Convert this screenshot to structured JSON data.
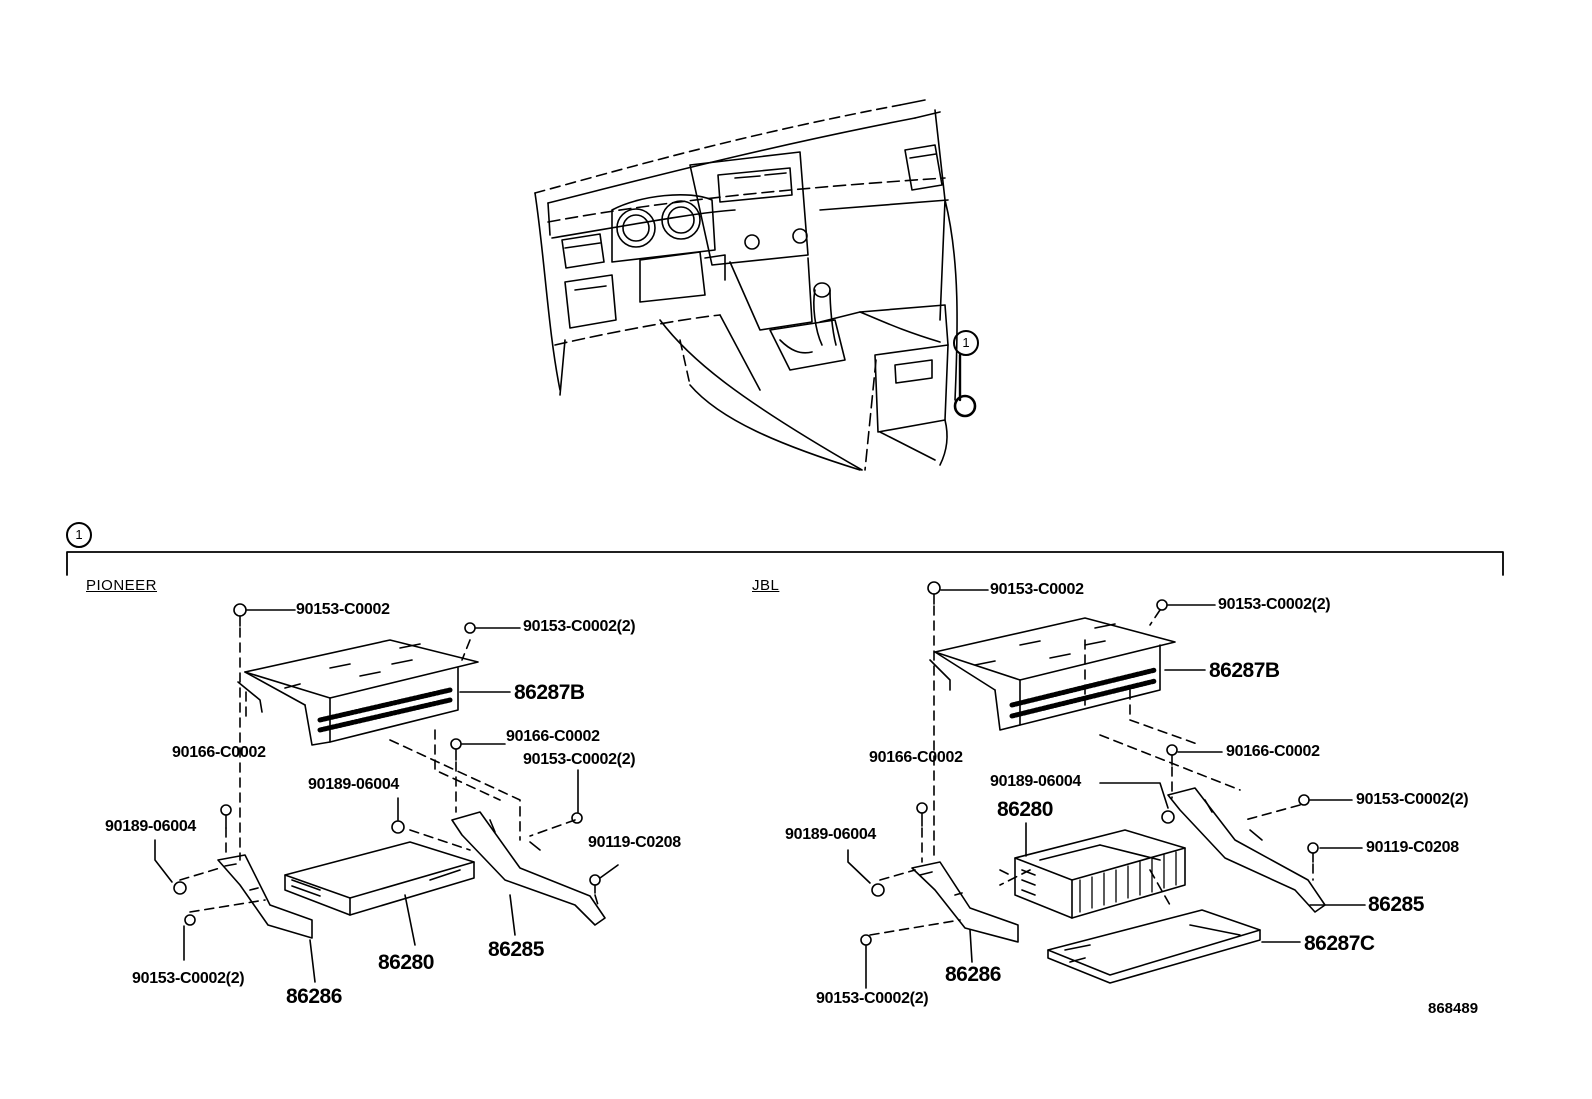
{
  "callout": {
    "id": "1"
  },
  "sections": {
    "left": "PIONEER",
    "right": "JBL"
  },
  "labels_left": {
    "l1": "90153-C0002",
    "l2": "90153-C0002(2)",
    "l3": "86287B",
    "l4": "90166-C0002",
    "l5": "90166-C0002",
    "l6": "90153-C0002(2)",
    "l7": "90189-06004",
    "l8": "90189-06004",
    "l9": "90119-C0208",
    "l10": "90153-C0002(2)",
    "l11": "86280",
    "l12": "86285",
    "l13": "86286"
  },
  "labels_right": {
    "r1": "90153-C0002",
    "r2": "90153-C0002(2)",
    "r3": "86287B",
    "r4": "90166-C0002",
    "r5": "90166-C0002",
    "r6": "90189-06004",
    "r7": "86280",
    "r8": "90153-C0002(2)",
    "r9": "90189-06004",
    "r10": "90119-C0208",
    "r11": "86285",
    "r12": "86287C",
    "r13": "86286",
    "r14": "90153-C0002(2)"
  },
  "diagram_number": "868489"
}
